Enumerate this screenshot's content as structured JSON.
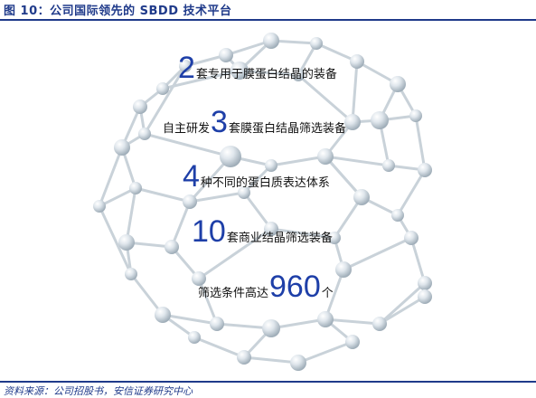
{
  "figure": {
    "title": "图 10：公司国际领先的 SBDD 技术平台",
    "source": "资料来源：公司招股书，安信证券研究中心"
  },
  "lines": [
    {
      "pre": "",
      "num": "2",
      "post": "套专用于膜蛋白结晶的装备"
    },
    {
      "pre": "自主研发",
      "num": "3",
      "post": "套膜蛋白结晶筛选装备"
    },
    {
      "pre": "",
      "num": "4",
      "post": "种不同的蛋白质表达体系"
    },
    {
      "pre": "",
      "num": "10",
      "post": "套商业结晶筛选装备"
    },
    {
      "pre": "筛选条件高达",
      "num": "960",
      "post": "个"
    }
  ],
  "colors": {
    "accent": "#1f3a8a",
    "number": "#1e3fa8",
    "sphere": "#cfd8df"
  },
  "decor": {
    "icon": "molecular-sphere-network-icon"
  }
}
